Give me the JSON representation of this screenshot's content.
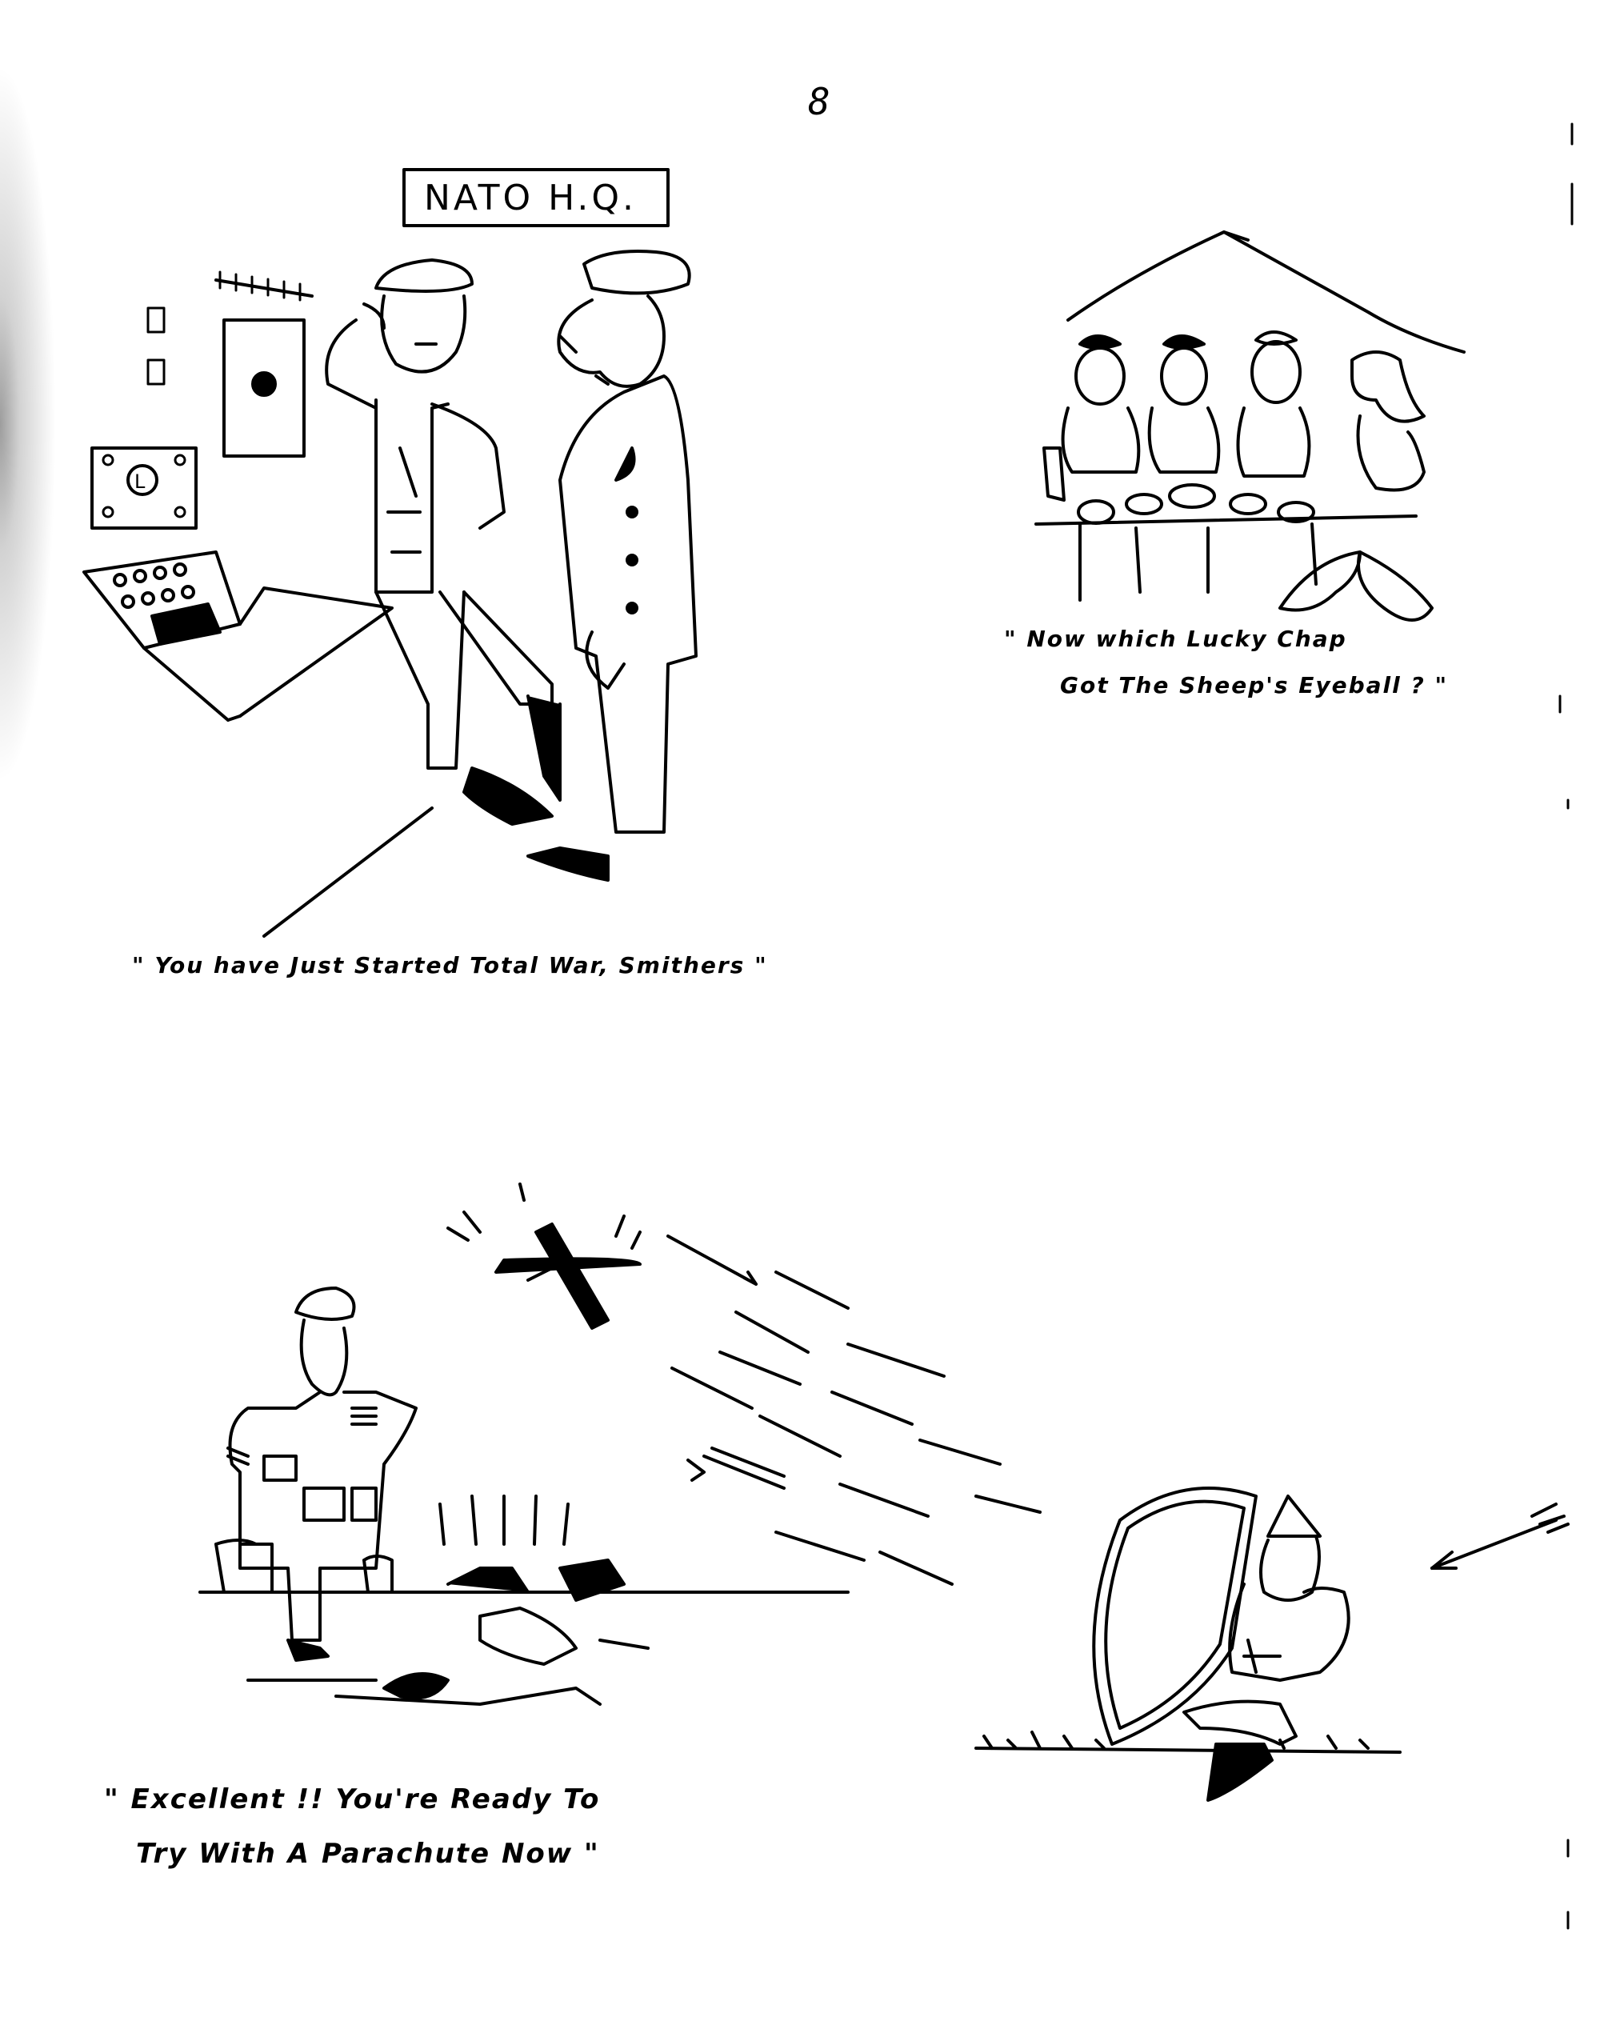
{
  "page": {
    "number": "8"
  },
  "cartoon_1": {
    "sign": "NATO H.Q.",
    "caption": "\" You have Just Started Total War, Smithers \""
  },
  "cartoon_2": {
    "caption_line_1": "\" Now which Lucky Chap",
    "caption_line_2": "Got The Sheep's Eyeball ? \""
  },
  "cartoon_3": {
    "caption_line_1": "\" Excellent !! You're Ready To",
    "caption_line_2": "Try With A Parachute Now \""
  },
  "cartoon_4": {}
}
